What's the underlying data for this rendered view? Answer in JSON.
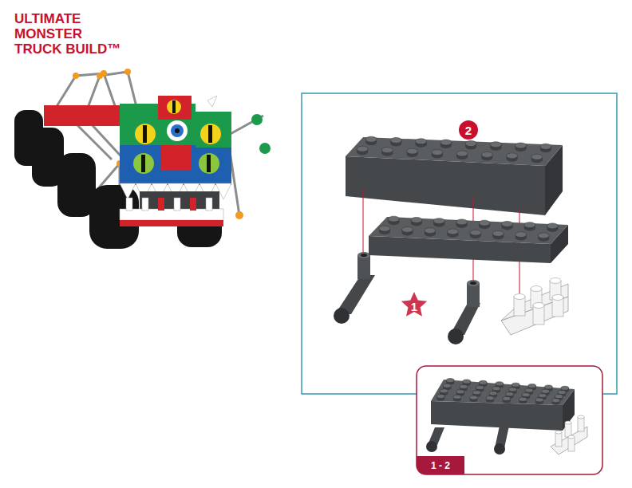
{
  "diagram": {
    "title": "ULTIMATE MONSTER TRUCK BUILD™",
    "labels": [
      "2",
      "1",
      "1 - 2"
    ]
  }
}
